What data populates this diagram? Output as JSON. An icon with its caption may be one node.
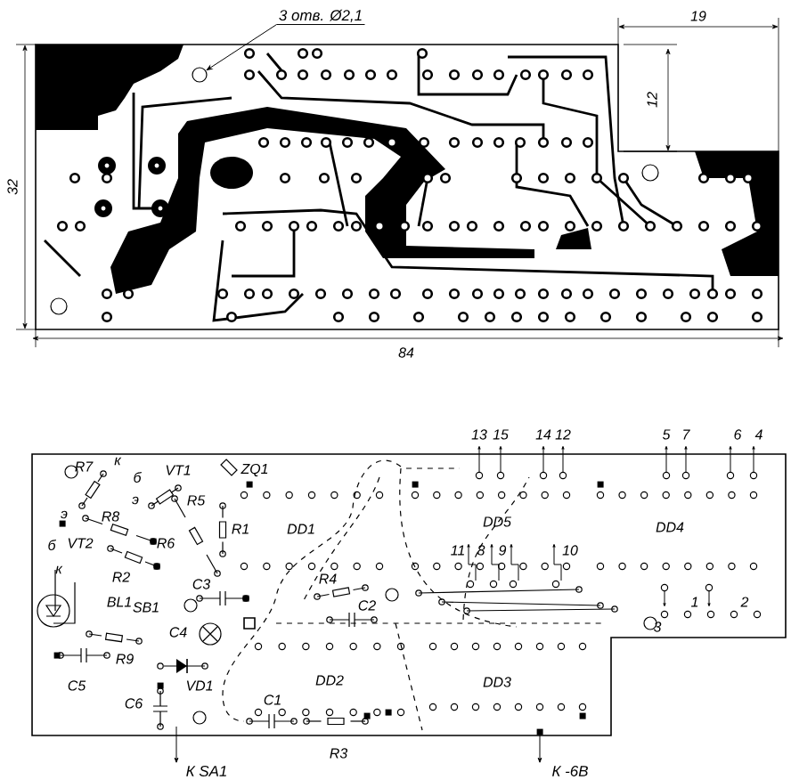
{
  "diagram": {
    "nodes": [
      {
        "text": [
          "3 отв. Ø2,1"
        ]
      },
      {
        "text": [],
        "shape": "circle"
      },
      {
        "text": [
          "К SA1"
        ]
      },
      {
        "text": [
          "К -6В"
        ]
      }
    ],
    "edges": [
      {
        "from": 0,
        "to": 1,
        "arrow": "to"
      },
      {
        "from": null,
        "to": 2,
        "arrow": "to"
      },
      {
        "from": null,
        "to": 3,
        "arrow": "to"
      }
    ],
    "labels": [
      "19",
      "12",
      "32",
      "84",
      "R7",
      "к",
      "б",
      "VT1",
      "ZQ1",
      "э",
      "R5",
      "э",
      "R8",
      "R1",
      "б",
      "VT2",
      "R6",
      "к",
      "DD1",
      "R2",
      "BL1",
      "SB1",
      "C3",
      "R4",
      "C2",
      "C4",
      "R9",
      "C5",
      "VD1",
      "DD2",
      "C6",
      "C1",
      "R3",
      "13",
      "15",
      "14",
      "12",
      "5",
      "7",
      "6",
      "4",
      "DD5",
      "DD4",
      "11",
      "8",
      "9",
      "10",
      "1",
      "2",
      "3",
      "DD3"
    ]
  }
}
